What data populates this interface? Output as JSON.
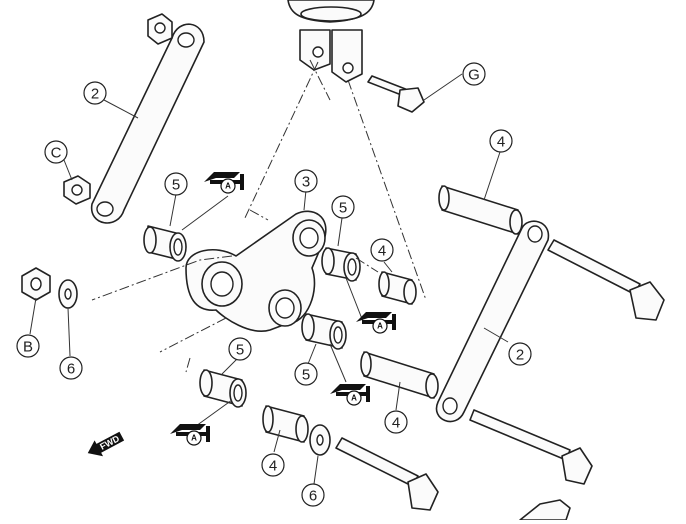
{
  "callouts": {
    "c2a": "2",
    "c2b": "2",
    "c3": "3",
    "c4a": "4",
    "c4b": "4",
    "c4c": "4",
    "c4d": "4",
    "c5a": "5",
    "c5b": "5",
    "c5c": "5",
    "c5d": "5",
    "c6a": "6",
    "c6b": "6",
    "cB": "B",
    "cC": "C",
    "cG": "G"
  },
  "grease_symbol_letter": "A",
  "fwd_label": "FWD"
}
